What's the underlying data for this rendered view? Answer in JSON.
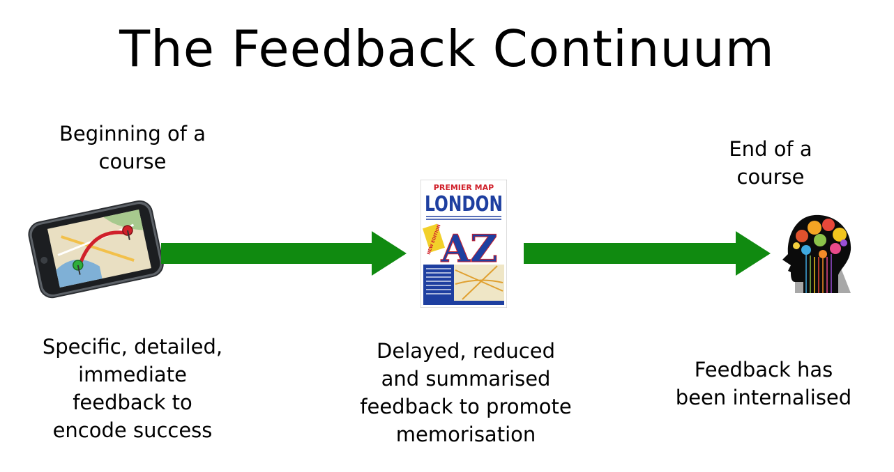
{
  "title": "The Feedback Continuum",
  "stages": [
    {
      "heading_lines": [
        "Beginning of a",
        "course"
      ],
      "icon": "gps-phone-icon",
      "description_lines": [
        "Specific, detailed,",
        "immediate",
        "feedback to",
        "encode success"
      ]
    },
    {
      "icon": "map-book-icon",
      "map_book": {
        "header": "PREMIER MAP",
        "city": "LONDON",
        "badge": "NEW EDITION",
        "letters": "AZ"
      },
      "description_lines": [
        "Delayed, reduced",
        "and summarised",
        "feedback to promote",
        "memorisation"
      ]
    },
    {
      "heading_lines": [
        "End of a",
        "course"
      ],
      "icon": "head-brain-icon",
      "description_lines": [
        "Feedback has",
        "been internalised"
      ]
    }
  ],
  "colors": {
    "arrow": "#108a10",
    "book_blue": "#1e3fa0",
    "book_red": "#d0202a",
    "phone_body": "#6a6e74"
  }
}
